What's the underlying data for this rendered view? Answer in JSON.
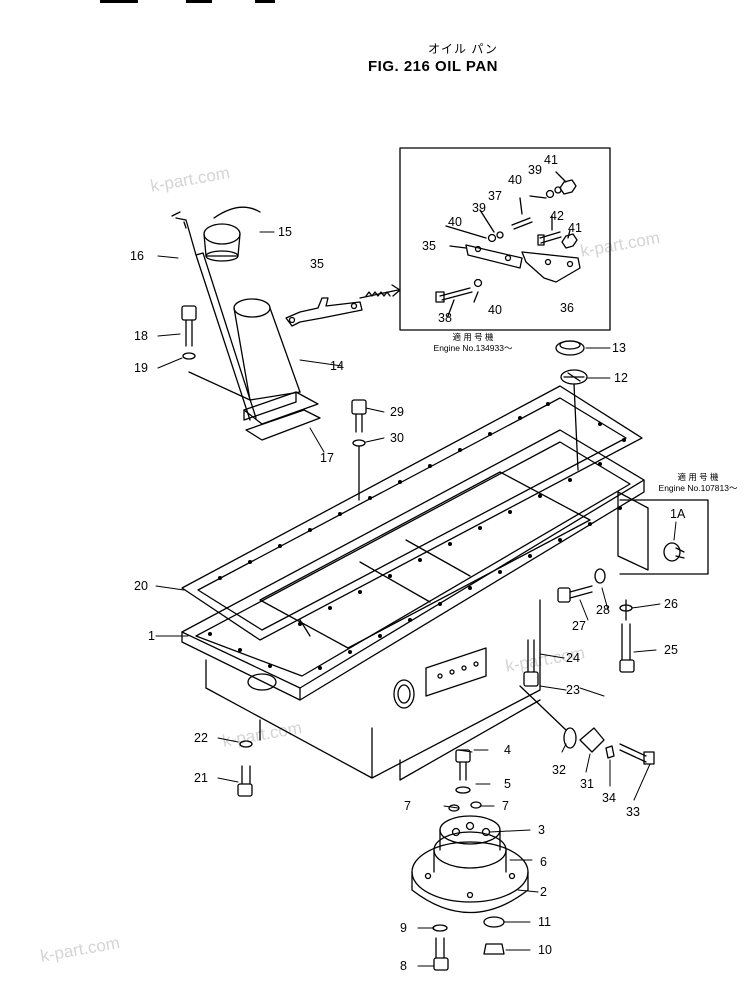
{
  "header": {
    "title_jp": "オイル パン",
    "title": "FIG. 216  OIL  PAN"
  },
  "notes": {
    "inset_jp": "適 用 号 機",
    "inset_engine": "Engine No.134933～",
    "right_jp": "適 用 号 機",
    "right_engine": "Engine No.107813～"
  },
  "watermark": "k-part.com",
  "callouts": [
    "1",
    "1A",
    "2",
    "3",
    "4",
    "5",
    "6",
    "7",
    "7",
    "8",
    "9",
    "10",
    "11",
    "12",
    "13",
    "14",
    "15",
    "16",
    "17",
    "18",
    "19",
    "20",
    "21",
    "22",
    "23",
    "24",
    "25",
    "26",
    "27",
    "28",
    "29",
    "30",
    "31",
    "32",
    "33",
    "34",
    "35",
    "35",
    "36",
    "37",
    "38",
    "39",
    "39",
    "40",
    "40",
    "40",
    "41",
    "41",
    "42"
  ],
  "colors": {
    "ink": "#000000",
    "paper": "#ffffff",
    "watermark": "#c6c6c6"
  }
}
